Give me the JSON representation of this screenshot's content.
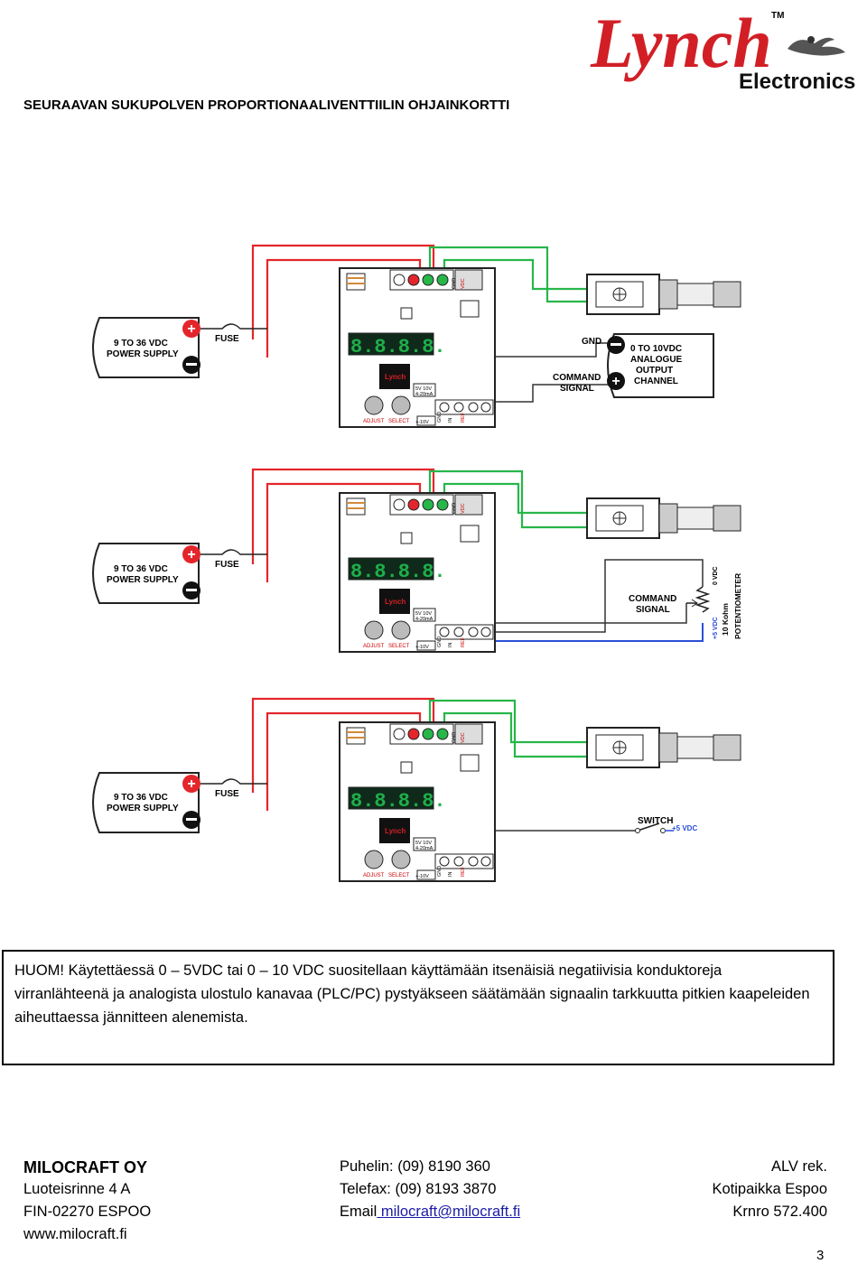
{
  "header": {
    "title": "SEURAAVAN SUKUPOLVEN PROPORTIONAALIVENTTIILIN OHJAINKORTTI",
    "logo_name": "Lynch",
    "logo_tm": "TM",
    "logo_sub": "Electronics"
  },
  "diagrams": [
    {
      "supply_label": [
        "9 TO 36 VDC",
        "POWER SUPPLY"
      ],
      "fuse_label": "FUSE",
      "display": "8.8.8.8.",
      "chip_label": "Lynch",
      "mode_label": [
        "5V 10V",
        "4-20mA"
      ],
      "buttons": [
        "ADJUST",
        "SELECT"
      ],
      "range_label": "+-10V",
      "terminal_labels": [
        "GND",
        "IN",
        "REF"
      ],
      "top_terminal_labels": [
        "GND",
        "VDC"
      ],
      "source_gnd": "GND",
      "source_label": [
        "0 TO 10VDC",
        "ANALOGUE",
        "OUTPUT",
        "CHANNEL"
      ],
      "command_label": [
        "COMMAND",
        "SIGNAL"
      ]
    },
    {
      "supply_label": [
        "9 TO 36 VDC",
        "POWER SUPPLY"
      ],
      "fuse_label": "FUSE",
      "display": "8.8.8.8.",
      "chip_label": "Lynch",
      "mode_label": [
        "5V 10V",
        "4-20mA"
      ],
      "buttons": [
        "ADJUST",
        "SELECT"
      ],
      "range_label": "+-10V",
      "terminal_labels": [
        "GND",
        "IN",
        "REF"
      ],
      "top_terminal_labels": [
        "GND",
        "VDC"
      ],
      "command_label": [
        "COMMAND",
        "SIGNAL"
      ],
      "pot_zero": "0 VDC",
      "pot_plus": "+5 VDC",
      "pot_label": [
        "10 Kohm",
        "POTENTIOMETER"
      ]
    },
    {
      "supply_label": [
        "9 TO 36 VDC",
        "POWER SUPPLY"
      ],
      "fuse_label": "FUSE",
      "display": "8.8.8.8.",
      "chip_label": "Lynch",
      "mode_label": [
        "5V 10V",
        "4-20mA"
      ],
      "buttons": [
        "ADJUST",
        "SELECT"
      ],
      "range_label": "+-10V",
      "terminal_labels": [
        "GND",
        "IN",
        "REF"
      ],
      "top_terminal_labels": [
        "GND",
        "VDC"
      ],
      "switch_label": "SWITCH",
      "switch_volt": "+5 VDC"
    }
  ],
  "note": {
    "text": "HUOM! Käytettäessä 0 – 5VDC tai 0 – 10 VDC suositellaan käyttämään itsenäisiä negatiivisia konduktoreja virranlähteenä ja analogista ulostulo kanavaa (PLC/PC) pystyäkseen säätämään signaalin tarkkuutta pitkien kaapeleiden aiheuttaessa jännitteen alenemista."
  },
  "footer": {
    "company": "MILOCRAFT OY",
    "street": "Luoteisrinne 4 A",
    "city": "FIN-02270  ESPOO",
    "web": "www.milocraft.fi",
    "phone": "Puhelin:  (09) 8190 360",
    "fax": "Telefax:  (09) 8193 3870",
    "email_label": "Email",
    "email": " milocraft@milocraft.fi",
    "alv": "ALV rek.",
    "domicile": "Kotipaikka Espoo",
    "krnro": "Krnro 572.400"
  },
  "page_number": "3",
  "colors": {
    "red_wire": "#e3262b",
    "green_wire": "#27b64a",
    "blue_wire": "#2a4fd6",
    "lcd": "#1fae4b",
    "logo_red": "#d21f26"
  }
}
